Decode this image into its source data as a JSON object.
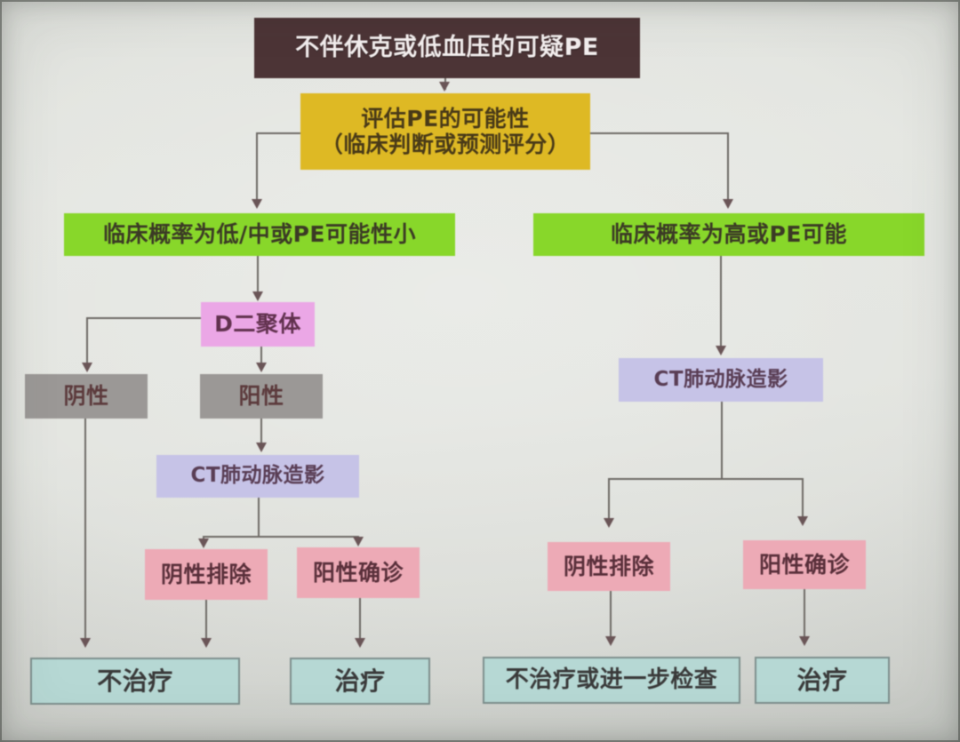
{
  "diagram": {
    "title_text": "",
    "colors": {
      "maroon": "#4d3436",
      "gold": "#e0b91e",
      "green": "#86d824",
      "magenta": "#eda6e8",
      "gray": "#9b9896",
      "lavender": "#c6c3e8",
      "pink": "#efa9b6",
      "teal": "#b5d8d4",
      "connector": "#6e6a66",
      "background": "#e0e2dd"
    },
    "nodes": {
      "suspected_pe": "不伴休克或低血压的可疑PE",
      "assess_probability": "评估PE的可能性\n（临床判断或预测评分）",
      "low_mid_probability": "临床概率为低/中或PE可能性小",
      "high_probability": "临床概率为高或PE可能",
      "d_dimer": "D二聚体",
      "d_dimer_negative": "阴性",
      "d_dimer_positive": "阳性",
      "cta_left": "CT肺动脉造影",
      "cta_right": "CT肺动脉造影",
      "left_cta_negative": "阴性排除",
      "left_cta_positive": "阳性确诊",
      "right_cta_negative": "阴性排除",
      "right_cta_positive": "阳性确诊",
      "outcome_no_treat_left": "不治疗",
      "outcome_treat_left": "治疗",
      "outcome_no_treat_right": "不治疗或进一步检查",
      "outcome_treat_right": "治疗"
    }
  }
}
